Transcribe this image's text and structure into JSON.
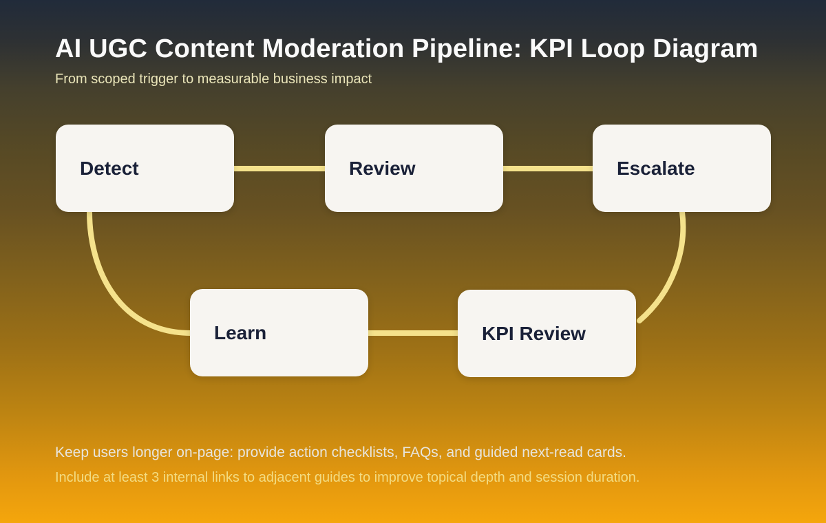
{
  "page": {
    "title": "AI UGC Content Moderation Pipeline: KPI Loop Diagram",
    "subtitle": "From scoped trigger to measurable business impact",
    "footer_line1": "Keep users longer on-page: provide action checklists, FAQs, and guided next-read cards.",
    "footer_line2": "Include at least 3 internal links to adjacent guides to improve topical depth and session duration."
  },
  "diagram": {
    "nodes": [
      {
        "id": "detect",
        "label": "Detect"
      },
      {
        "id": "review",
        "label": "Review"
      },
      {
        "id": "escalate",
        "label": "Escalate"
      },
      {
        "id": "learn",
        "label": "Learn"
      },
      {
        "id": "kpi_review",
        "label": "KPI Review"
      }
    ],
    "edges": [
      {
        "from": "detect",
        "to": "review",
        "shape": "straight"
      },
      {
        "from": "review",
        "to": "escalate",
        "shape": "straight"
      },
      {
        "from": "escalate",
        "to": "kpi_review",
        "shape": "curve"
      },
      {
        "from": "kpi_review",
        "to": "learn",
        "shape": "straight"
      },
      {
        "from": "learn",
        "to": "detect",
        "shape": "curve"
      }
    ]
  },
  "colors": {
    "background_top": "#212b3a",
    "background_bottom": "#f5a60c",
    "connector": "#f5e28c",
    "node_background": "#f7f5f1",
    "node_text": "#1a2138",
    "title_text": "#fafafa",
    "subtitle_text": "#e9e4b8",
    "footer_primary_text": "#e8e5dc",
    "footer_secondary_text": "#f3dc82"
  }
}
